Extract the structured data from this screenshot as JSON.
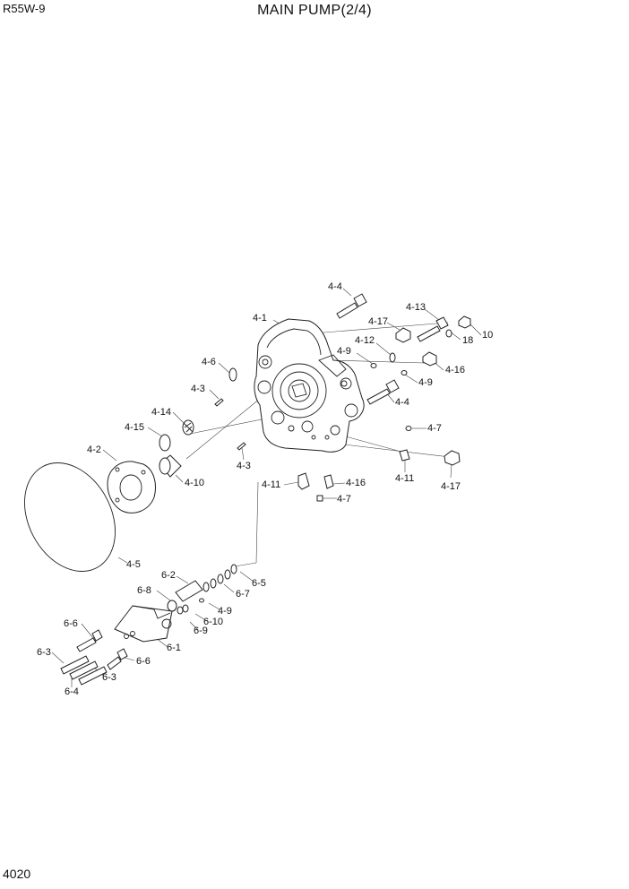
{
  "header": {
    "model": "R55W-9",
    "title": "MAIN PUMP(2/4)"
  },
  "footer": {
    "page_number": "4020"
  },
  "callouts": [
    "4-4",
    "4-1",
    "4-17",
    "4-13",
    "10",
    "18",
    "4-12",
    "4-9",
    "4-6",
    "4-16",
    "4-9",
    "4-3",
    "4-4",
    "4-14",
    "4-7",
    "4-15",
    "4-2",
    "4-3",
    "4-11",
    "4-10",
    "4-11",
    "4-16",
    "4-17",
    "4-7",
    "4-5",
    "6-2",
    "6-5",
    "6-8",
    "6-7",
    "4-9",
    "6-10",
    "6-6",
    "6-9",
    "6-1",
    "6-3",
    "6-6",
    "6-3",
    "6-4"
  ]
}
